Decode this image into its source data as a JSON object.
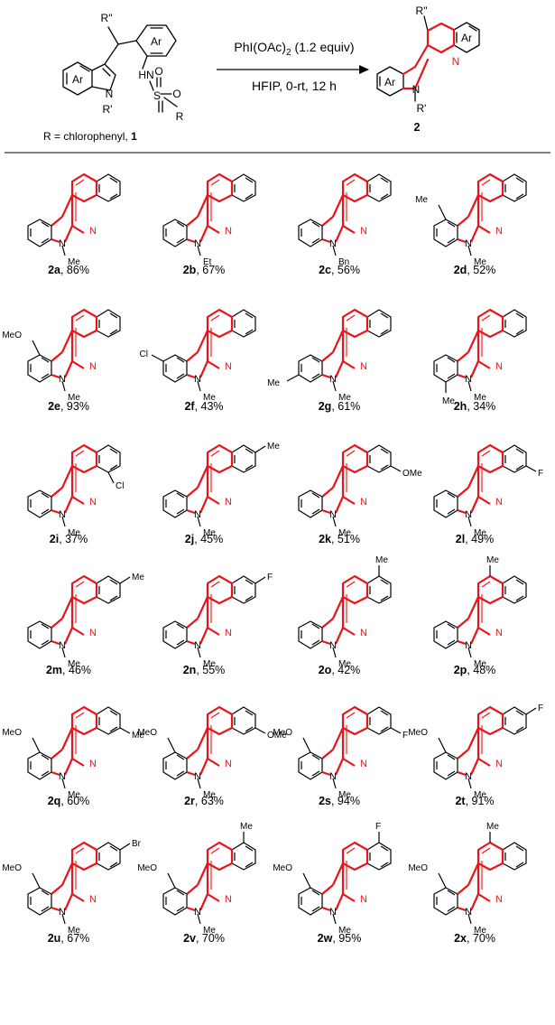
{
  "scheme": {
    "reagent": "PhI(OAc)",
    "reagent_sub": "2",
    "reagent_equiv": "(1.2 equiv)",
    "conditions": "HFIP, 0-rt, 12 h",
    "r_definition": "R = chlorophenyl,",
    "start_id": "1",
    "product_id": "2",
    "start_labels": {
      "r2": "R\"",
      "ar_top": "Ar",
      "ar_left": "Ar",
      "n": "N",
      "r1": "R'",
      "hn": "HN",
      "s": "S",
      "o1": "O",
      "o2": "O",
      "r": "R"
    },
    "product_labels": {
      "r2": "R\"",
      "ar_top": "Ar",
      "ar_left": "Ar",
      "n_ring": "N",
      "n": "N",
      "r1": "R'"
    }
  },
  "colors": {
    "highlight": "#e8141c",
    "ink": "#000000",
    "n_label": "#e8141c"
  },
  "compounds": [
    {
      "id": "2a",
      "yield": "86%",
      "n_sub": "Me",
      "subs": []
    },
    {
      "id": "2b",
      "yield": "67%",
      "n_sub": "Et",
      "subs": []
    },
    {
      "id": "2c",
      "yield": "56%",
      "n_sub": "Bn",
      "subs": []
    },
    {
      "id": "2d",
      "yield": "52%",
      "n_sub": "Me",
      "subs": [
        {
          "pos": "C5",
          "text": "Me"
        }
      ]
    },
    {
      "id": "2e",
      "yield": "93%",
      "n_sub": "Me",
      "subs": [
        {
          "pos": "C5",
          "text": "MeO"
        }
      ]
    },
    {
      "id": "2f",
      "yield": "43%",
      "n_sub": "Me",
      "subs": [
        {
          "pos": "C6",
          "text": "Cl"
        }
      ]
    },
    {
      "id": "2g",
      "yield": "61%",
      "n_sub": "Me",
      "subs": [
        {
          "pos": "C7",
          "text": "Me"
        }
      ]
    },
    {
      "id": "2h",
      "yield": "34%",
      "n_sub": "Me",
      "subs": [
        {
          "pos": "C8",
          "text": "Me"
        }
      ]
    },
    {
      "id": "2i",
      "yield": "37%",
      "n_sub": "Me",
      "subs": [
        {
          "pos": "Q8",
          "text": "Cl"
        }
      ]
    },
    {
      "id": "2j",
      "yield": "45%",
      "n_sub": "Me",
      "subs": [
        {
          "pos": "Q6",
          "text": "Me"
        }
      ]
    },
    {
      "id": "2k",
      "yield": "51%",
      "n_sub": "Me",
      "subs": [
        {
          "pos": "Q7",
          "text": "OMe"
        }
      ]
    },
    {
      "id": "2l",
      "yield": "49%",
      "n_sub": "Me",
      "subs": [
        {
          "pos": "Q7",
          "text": "F"
        }
      ]
    },
    {
      "id": "2m",
      "yield": "46%",
      "n_sub": "Me",
      "subs": [
        {
          "pos": "Q6",
          "text": "Me"
        }
      ]
    },
    {
      "id": "2n",
      "yield": "55%",
      "n_sub": "Me",
      "subs": [
        {
          "pos": "Q6",
          "text": "F"
        }
      ]
    },
    {
      "id": "2o",
      "yield": "42%",
      "n_sub": "Me",
      "subs": [
        {
          "pos": "Q5",
          "text": "Me"
        }
      ]
    },
    {
      "id": "2p",
      "yield": "48%",
      "n_sub": "Me",
      "subs": [
        {
          "pos": "Q4",
          "text": "Me"
        }
      ]
    },
    {
      "id": "2q",
      "yield": "60%",
      "n_sub": "Me",
      "subs": [
        {
          "pos": "C5",
          "text": "MeO"
        },
        {
          "pos": "Q7",
          "text": "Me"
        }
      ]
    },
    {
      "id": "2r",
      "yield": "63%",
      "n_sub": "Me",
      "subs": [
        {
          "pos": "C5",
          "text": "MeO"
        },
        {
          "pos": "Q7",
          "text": "OMe"
        }
      ]
    },
    {
      "id": "2s",
      "yield": "94%",
      "n_sub": "Me",
      "subs": [
        {
          "pos": "C5",
          "text": "MeO"
        },
        {
          "pos": "Q7",
          "text": "F"
        }
      ]
    },
    {
      "id": "2t",
      "yield": "91%",
      "n_sub": "Me",
      "subs": [
        {
          "pos": "C5",
          "text": "MeO"
        },
        {
          "pos": "Q6",
          "text": "F"
        }
      ]
    },
    {
      "id": "2u",
      "yield": "67%",
      "n_sub": "Me",
      "subs": [
        {
          "pos": "C5",
          "text": "MeO"
        },
        {
          "pos": "Q6",
          "text": "Br"
        }
      ]
    },
    {
      "id": "2v",
      "yield": "70%",
      "n_sub": "Me",
      "subs": [
        {
          "pos": "C5",
          "text": "MeO"
        },
        {
          "pos": "Q5",
          "text": "Me"
        }
      ]
    },
    {
      "id": "2w",
      "yield": "95%",
      "n_sub": "Me",
      "subs": [
        {
          "pos": "C5",
          "text": "MeO"
        },
        {
          "pos": "Q5",
          "text": "F"
        }
      ]
    },
    {
      "id": "2x",
      "yield": "70%",
      "n_sub": "Me",
      "subs": [
        {
          "pos": "C5",
          "text": "MeO"
        },
        {
          "pos": "Q4",
          "text": "Me"
        }
      ]
    }
  ]
}
